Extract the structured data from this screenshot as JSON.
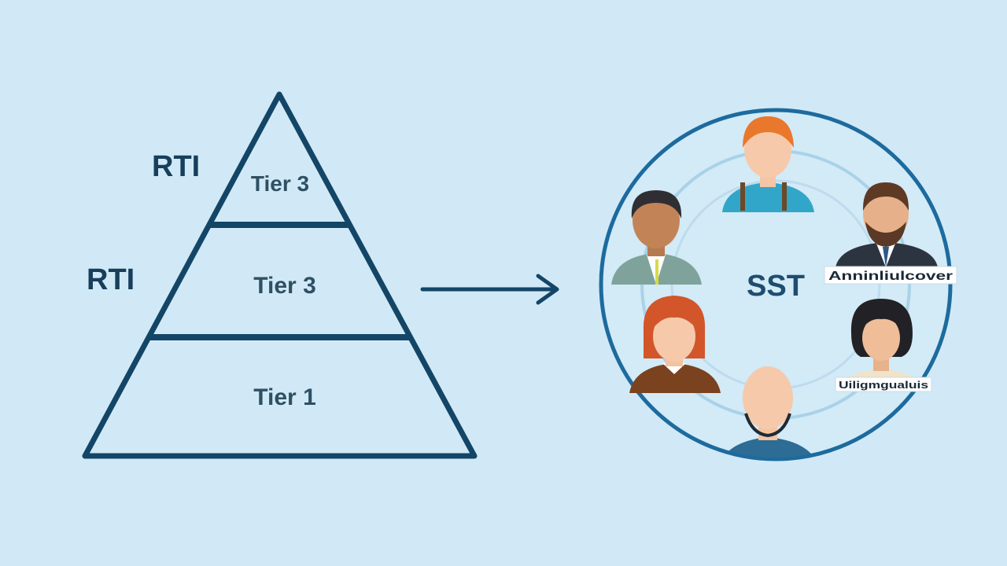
{
  "colors": {
    "background": "#d1e9f6",
    "outline": "#134566",
    "circle": "#1d6b9e",
    "ring": "#a9d2e8",
    "text": "#2f5064"
  },
  "pyramid": {
    "side_labels": [
      "RTI",
      "RTI"
    ],
    "tiers": [
      "Tier 3",
      "Tier 3",
      "Tier 1"
    ]
  },
  "team": {
    "center_label": "SST",
    "tags": [
      "Anninliulcover",
      "Uiligmgualuis"
    ],
    "members": [
      "person-orange-hair-icon",
      "person-dark-hair-icon",
      "person-beard-suit-icon",
      "person-red-hair-icon",
      "person-black-bob-icon",
      "person-bald-icon"
    ]
  }
}
